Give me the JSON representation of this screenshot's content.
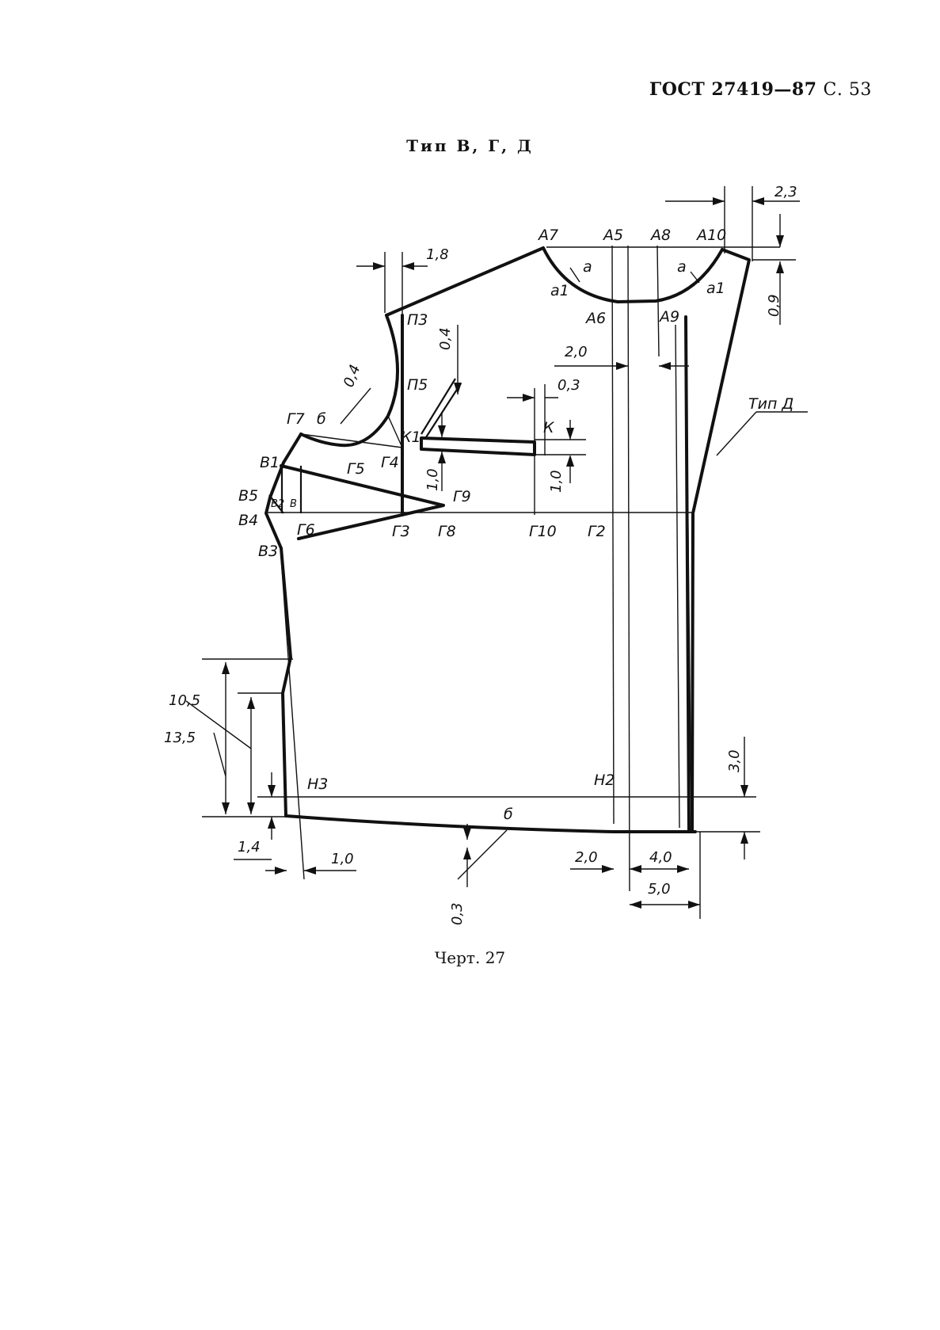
{
  "header": {
    "standard": "ГОСТ 27419—87",
    "page": "С. 53"
  },
  "subtitle": "Тип В, Г, Д",
  "caption": "Черт. 27",
  "drawing": {
    "points": {
      "a7": "А7",
      "a5": "А5",
      "a8": "А8",
      "a10": "А10",
      "a6": "А6",
      "a9": "А9",
      "small_a_1": "а",
      "small_a_2": "а",
      "small_a1_1": "а1",
      "small_a1_2": "а1",
      "p3": "П3",
      "p5": "П5",
      "k1": "К1",
      "k": "К",
      "g7": "Г7",
      "g5": "Г5",
      "g4": "Г4",
      "g6": "Г6",
      "g3": "Г3",
      "g8": "Г8",
      "g9": "Г9",
      "g10": "Г10",
      "g2": "Г2",
      "b1": "В1",
      "b5": "В5",
      "b4": "В4",
      "b3": "В3",
      "b2": "В2",
      "b": "В",
      "n3": "Н3",
      "n2": "Н2",
      "delta_top": "б",
      "delta_bottom": "б",
      "type_d": "Тип Д"
    },
    "dimensions": {
      "d_2_3": "2,3",
      "d_0_9": "0,9",
      "d_1_8": "1,8",
      "d_0_4_top": "0,4",
      "d_0_4_left": "0,4",
      "d_2_0_top": "2,0",
      "d_0_3_top": "0,3",
      "d_1_0_left": "1,0",
      "d_1_0_right": "1,0",
      "d_10_5": "10,5",
      "d_13_5": "13,5",
      "d_1_4": "1,4",
      "d_1_0_bottom": "1,0",
      "d_0_3_bottom": "0,3",
      "d_2_0_bottom": "2,0",
      "d_4_0": "4,0",
      "d_5_0": "5,0",
      "d_3_0": "3,0"
    }
  }
}
